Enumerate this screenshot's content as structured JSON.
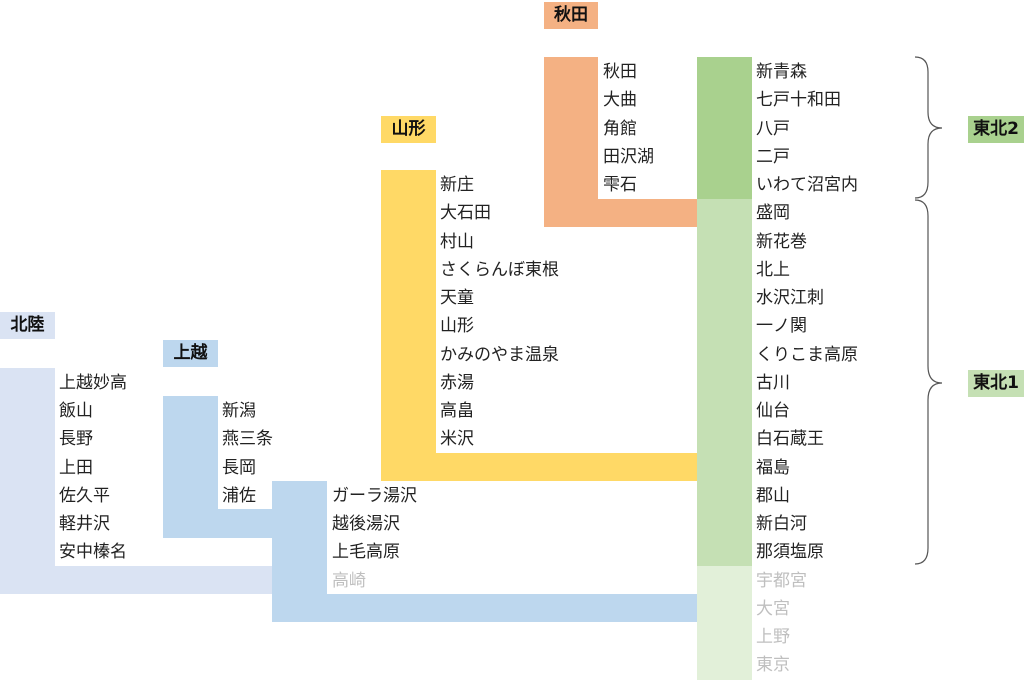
{
  "colors": {
    "akita": "#f4b183",
    "yamagata": "#ffd966",
    "tohoku2": "#a9d18e",
    "tohoku1": "#c5e0b4",
    "tohoku_pale": "#e2f0d9",
    "joetsu": "#bdd7ee",
    "hokuriku": "#dae3f3",
    "dim_text": "#bfbfbf"
  },
  "labels": {
    "akita": "秋田",
    "yamagata": "山形",
    "joetsu": "上越",
    "hokuriku": "北陸",
    "tohoku2": "東北2",
    "tohoku1": "東北1"
  },
  "lines": {
    "tohoku": [
      "新青森",
      "七戸十和田",
      "八戸",
      "二戸",
      "いわて沼宮内",
      "盛岡",
      "新花巻",
      "北上",
      "水沢江刺",
      "一ノ関",
      "くりこま高原",
      "古川",
      "仙台",
      "白石蔵王",
      "福島",
      "郡山",
      "新白河",
      "那須塩原",
      "宇都宮",
      "大宮",
      "上野",
      "東京"
    ],
    "akita": [
      "秋田",
      "大曲",
      "角館",
      "田沢湖",
      "雫石"
    ],
    "yamagata": [
      "新庄",
      "大石田",
      "村山",
      "さくらんぼ東根",
      "天童",
      "山形",
      "かみのやま温泉",
      "赤湯",
      "高畠",
      "米沢"
    ],
    "joetsu_branch": [
      "新潟",
      "燕三条",
      "長岡",
      "浦佐"
    ],
    "joetsu_main": [
      "ガーラ湯沢",
      "越後湯沢",
      "上毛高原",
      "高崎"
    ],
    "hokuriku": [
      "上越妙高",
      "飯山",
      "長野",
      "上田",
      "佐久平",
      "軽井沢",
      "安中榛名"
    ]
  }
}
